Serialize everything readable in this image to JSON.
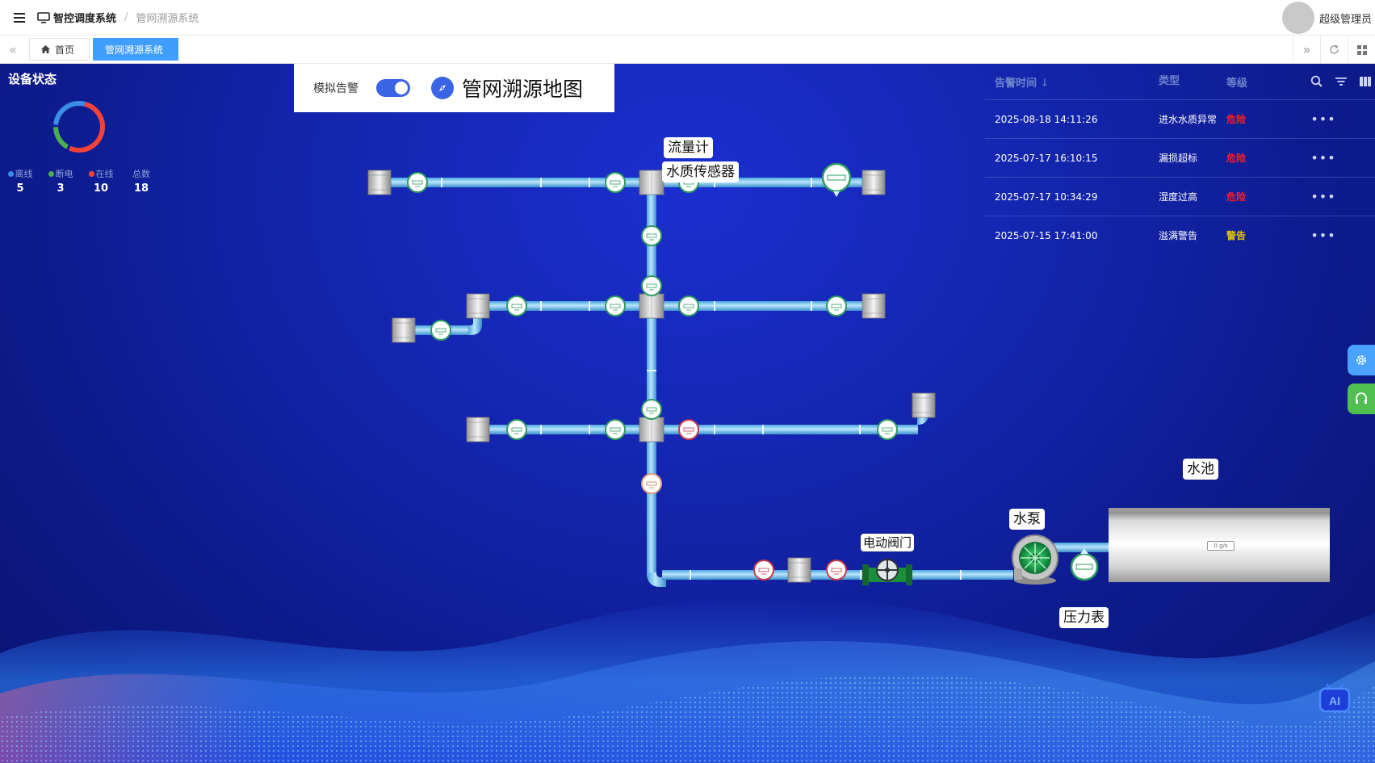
{
  "header": {
    "system_name": "智控调度系统",
    "current_page": "管网溯源系统",
    "user_name": "超级管理员"
  },
  "tabs": [
    {
      "label": "首页",
      "active": false
    },
    {
      "label": "管网溯源系统",
      "active": true
    }
  ],
  "device_status": {
    "title": "设备状态",
    "legend": [
      {
        "label": "离线",
        "value": "5",
        "color": "#3a8ee6"
      },
      {
        "label": "断电",
        "value": "3",
        "color": "#4caf50"
      },
      {
        "label": "在线",
        "value": "10",
        "color": "#f44336"
      },
      {
        "label": "总数",
        "value": "18",
        "color": ""
      }
    ]
  },
  "controls": {
    "simulate_alarm_label": "模拟告警",
    "simulate_alarm_on": true,
    "map_title": "管网溯源地图"
  },
  "map_labels": {
    "flow_meter": "流量计",
    "water_quality_sensor": "水质传感器",
    "electric_valve": "电动阀门",
    "pump": "水泵",
    "pool": "水池",
    "pressure_gauge": "压力表"
  },
  "pool_display": "0 g/s",
  "alarm_table": {
    "columns": {
      "time": "告警时间",
      "type": "类型",
      "level": "等级"
    },
    "rows": [
      {
        "time": "2025-08-18 14:11:26",
        "type": "进水水质异常",
        "level": "危险"
      },
      {
        "time": "2025-07-17 16:10:15",
        "type": "漏损超标",
        "level": "危险"
      },
      {
        "time": "2025-07-17 10:34:29",
        "type": "湿度过高",
        "level": "危险"
      },
      {
        "time": "2025-07-15 17:41:00",
        "type": "溢满警告",
        "level": "警告"
      }
    ]
  },
  "ai_badge": "AI",
  "colors": {
    "accent": "#409eff",
    "danger": "#ff1f1f",
    "warning": "#e0c400",
    "pipe": "#7ec8f2"
  }
}
